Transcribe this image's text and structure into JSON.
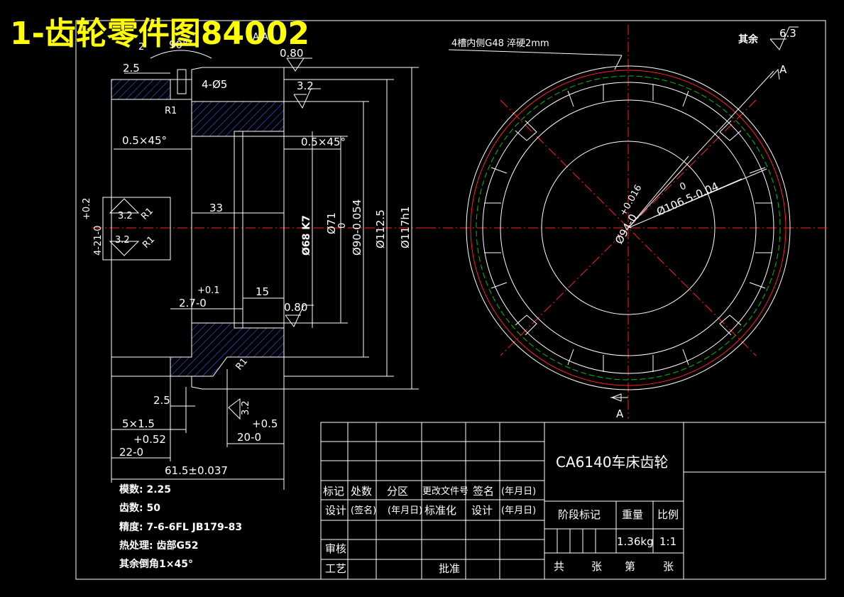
{
  "title": "1-齿轮零件图84002",
  "colors": {
    "title": "#ffff00",
    "lines": "#ffffff",
    "center": "#ff2020",
    "pitch": "#00c000"
  },
  "dims_left": {
    "d90deg": "90°",
    "d2": "2",
    "d2_5_top": "2.5",
    "d4_phi5": "4-Ø5",
    "dR1_a": "R1",
    "d05x45_l": "0.5×45°",
    "d05x45_r": "0.5×45°",
    "d33": "33",
    "d15": "15",
    "dphi68": "Ø68 K7",
    "dphi71": "Ø71",
    "dphi71_tol": "0",
    "dphi90": "Ø90-0.054",
    "dphi112": "Ø112.5",
    "dphi117": "Ø117h1",
    "d4_21": "4-21-0",
    "d4_21_tol": "+0.2",
    "dR1_b": "R1",
    "dR1_c": "R1",
    "dR1_d": "R1",
    "d2_7": "2.7-0",
    "d2_7_tol": "+0.1",
    "d2_5_bot": "2.5",
    "d5x1_5": "5×1.5",
    "d22": "22-0",
    "d22_tol": "+0.52",
    "d20": "20-0",
    "d20_tol": "+0.5",
    "d61_5": "61.5±0.037",
    "d32v": "3.2",
    "rough_080_top": "0.80",
    "rough_32_top": "3.2",
    "rough_32_a": "3.2",
    "rough_32_b": "3.2",
    "rough_080_mid": "0.80",
    "section": "A-A"
  },
  "specs": [
    "模数: 2.25",
    "齿数: 50",
    "精度: 7-6-6FL JB179-83",
    "热处理: 齿部G52",
    "其余倒角1×45°"
  ],
  "right_view": {
    "note": "4槽内侧G48 淬硬2mm",
    "phi94": "Ø94-0",
    "phi94_tol": "+0.016",
    "phi106": "Ø106.5-0.04",
    "phi106_tol": "0",
    "label_a_top": "A",
    "label_a_bot": "A",
    "rest": "其余",
    "rest_val": "6.3"
  },
  "title_block": {
    "part_name": "CA6140车床齿轮",
    "row1": [
      "标记",
      "处数",
      "分区",
      "更改文件号",
      "签名",
      "(年月日)"
    ],
    "row2": [
      "设计",
      "(签名)",
      "(年月日)",
      "标准化",
      "设计",
      "(年月日)"
    ],
    "stage": "阶段标记",
    "weight": "重量",
    "scale": "比例",
    "weight_val": "1.36kg",
    "scale_val": "1:1",
    "review": "审核",
    "process": "工艺",
    "approve": "批准",
    "bottom": [
      "共",
      "张",
      "第",
      "张"
    ]
  }
}
